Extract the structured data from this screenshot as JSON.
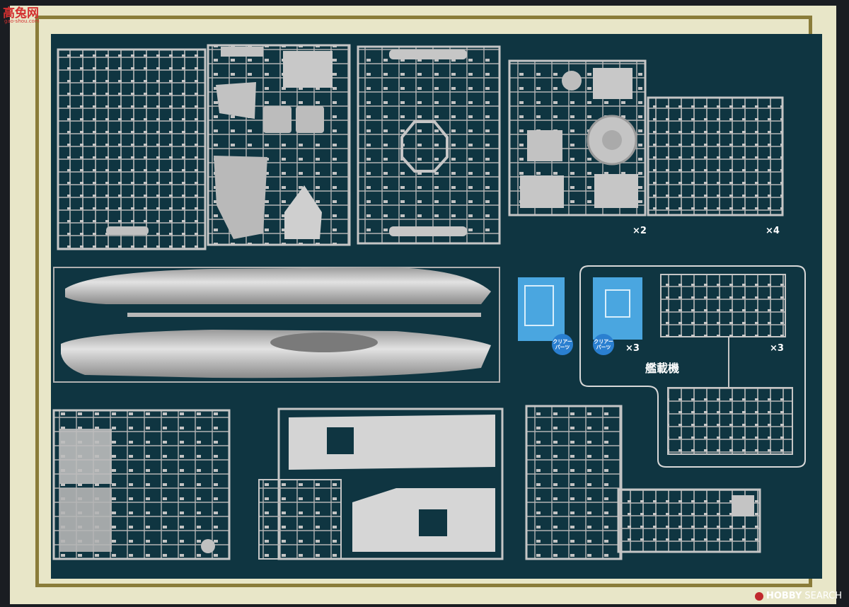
{
  "watermark_top_left": {
    "title": "高兔网",
    "url": "gao-shou.com"
  },
  "watermark_bottom_right": {
    "brand": "HOBBY",
    "suffix": "SEARCH"
  },
  "multipliers": {
    "sprue_group_right_a": "×2",
    "sprue_group_right_b": "×4",
    "clear_parts_b": "×3",
    "aircraft_sprues": "×3"
  },
  "badges": {
    "clear_parts_a": "クリアー パーツ",
    "clear_parts_b": "クリアー パーツ"
  },
  "aircraft_group_label": "艦載機",
  "colors": {
    "board": "#0f3541",
    "frame": "#e8e6c8",
    "border": "#8a7c3a",
    "plastic": "#bcbcbc",
    "clear_panel": "#4aa6e0",
    "badge": "#2a7fd0"
  }
}
